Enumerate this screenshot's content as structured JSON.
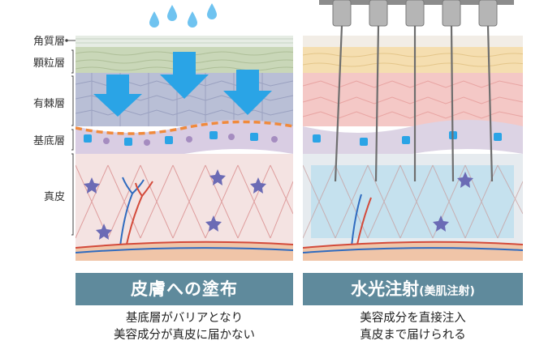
{
  "layers": {
    "stratum_corneum": "角質層",
    "granular": "顆粒層",
    "spinous": "有棘層",
    "basal": "基底層",
    "dermis": "真皮"
  },
  "left": {
    "title": "皮膚への塗布",
    "caption_line1": "基底層がバリアとなり",
    "caption_line2": "美容成分が真皮に届かない"
  },
  "right": {
    "title": "水光注射",
    "title_sub": "(美肌注射)",
    "caption_line1": "美容成分を直接注入",
    "caption_line2": "真皮まで届けられる"
  },
  "colors": {
    "banner": "#5f8a9c",
    "arrow": "#2aa4e6",
    "barrier": "#f08a3c",
    "drop": "#6fc3f0"
  }
}
